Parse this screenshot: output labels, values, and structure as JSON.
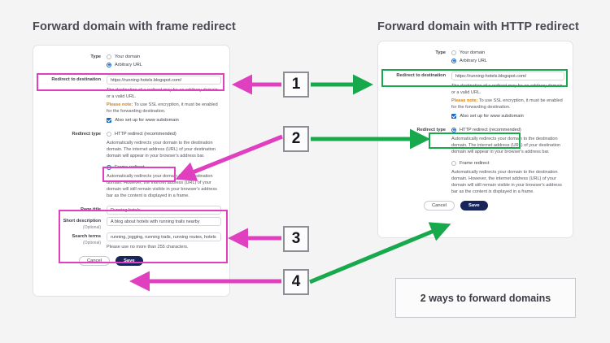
{
  "page": {
    "background": "#f4f4f5",
    "caption": "2 ways to forward domains"
  },
  "colors": {
    "pink_highlight": "#e040c0",
    "green_highlight": "#17a94c",
    "accent_blue": "#1567d3",
    "save_navy": "#17255a",
    "note_orange": "#d98014"
  },
  "left_panel": {
    "heading": "Forward domain with frame redirect",
    "form": {
      "type_label": "Type",
      "type_options": [
        {
          "label": "Your domain",
          "selected": false
        },
        {
          "label": "Arbitrary URL",
          "selected": true
        }
      ],
      "destination_label": "Redirect to destination",
      "destination_value": "https://running-hotels.blogspot.com/",
      "destination_help": "The destination of a redirect may be an arbitrary domain or a valid URL.",
      "note_prefix": "Please note:",
      "note_text": " To use SSL encryption, it must be enabled for the forwarding destination.",
      "www_checkbox_label": "Also set up for www subdomain",
      "www_checked": true,
      "redirect_type_label": "Redirect type",
      "redirect_options": [
        {
          "label": "HTTP redirect (recommended)",
          "selected": false,
          "description": "Automatically redirects your domain to the destination domain. The internet address (URL) of your destination domain will appear in your browser's address bar."
        },
        {
          "label": "Frame redirect",
          "selected": true,
          "description": "Automatically redirects your domain to the destination domain. However, the internet address (URL) of your domain will still remain visible in your browser's address bar as the content is displayed in a frame."
        }
      ],
      "page_title_label": "Page title",
      "page_title_value": "Running hotels",
      "short_description_label": "Short description",
      "short_description_optional": "(Optional)",
      "short_description_value": "A blog about hotels with running trails nearby",
      "search_terms_label": "Search terms",
      "search_terms_optional": "(Optional)",
      "search_terms_value": "running, jogging, running trails, running routes, hotels",
      "search_terms_help": "Please use no more than 255 characters.",
      "cancel_label": "Cancel",
      "save_label": "Save"
    }
  },
  "right_panel": {
    "heading": "Forward domain with HTTP redirect",
    "form": {
      "type_label": "Type",
      "type_options": [
        {
          "label": "Your domain",
          "selected": false
        },
        {
          "label": "Arbitrary URL",
          "selected": true
        }
      ],
      "destination_label": "Redirect to destination",
      "destination_value": "https://running-hotels.blogspot.com/",
      "destination_help": "The destination of a redirect may be an arbitrary domain or a valid URL.",
      "note_prefix": "Please note:",
      "note_text": " To use SSL encryption, it must be enabled for the forwarding destination.",
      "www_checkbox_label": "Also set up for www subdomain",
      "www_checked": true,
      "redirect_type_label": "Redirect type",
      "redirect_options": [
        {
          "label": "HTTP redirect (recommended)",
          "selected": true,
          "description": "Automatically redirects your domain to the destination domain. The internet address (URL) of your destination domain will appear in your browser's address bar."
        },
        {
          "label": "Frame redirect",
          "selected": false,
          "description": "Automatically redirects your domain to the destination domain. However, the internet address (URL) of your domain will still remain visible in your browser's address bar as the content is displayed in a frame."
        }
      ],
      "cancel_label": "Cancel",
      "save_label": "Save"
    }
  },
  "steps": [
    {
      "number": "1"
    },
    {
      "number": "2"
    },
    {
      "number": "3"
    },
    {
      "number": "4"
    }
  ]
}
